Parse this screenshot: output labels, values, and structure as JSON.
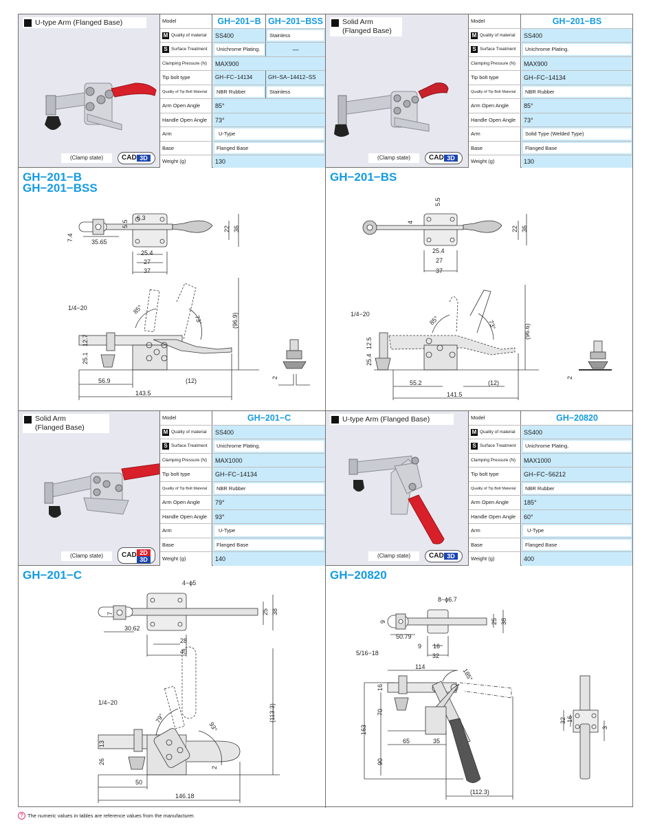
{
  "products": [
    {
      "photo_title": "U-type Arm (Flanged Base)",
      "clamp_state": "(Clamp state)",
      "cad": {
        "label": "CAD",
        "tags": [
          "3D"
        ]
      },
      "specs": {
        "labels": {
          "model": "Model",
          "material": "Quality of material",
          "surface": "Surface Treatment",
          "pressure": "Clamping Pressure (N)",
          "tip_bolt": "Tip bolt type",
          "tip_material": "Quality of Tip Bolt Material",
          "arm_angle": "Arm Open Angle",
          "handle_angle": "Handle Open Angle",
          "arm": "Arm",
          "base": "Base",
          "weight": "Weight (g)"
        },
        "models": [
          "GH−201−B",
          "GH−201−BSS"
        ],
        "material": [
          "SS400",
          "Stainless"
        ],
        "surface": [
          "Unichrome Plating.",
          "—"
        ],
        "pressure": "MAX900",
        "tip_bolt": [
          "GH−FC−14134",
          "GH−SA−14412−SS"
        ],
        "tip_material": [
          "NBR Rubber",
          "Stainless"
        ],
        "arm_angle": "85°",
        "handle_angle": "73°",
        "arm": "U-Type",
        "base": "Flanged Base",
        "weight": "130"
      },
      "drawing": {
        "title_lines": [
          "GH−201−B",
          "GH−201−BSS"
        ],
        "dims": {
          "d1": "6.3",
          "d2": "5.5",
          "d3": "22",
          "d4": "36",
          "d5": "7.4",
          "d6": "35.65",
          "d7": "25.4",
          "d8": "27",
          "d9": "37",
          "thread": "1/4−20",
          "a1": "85°",
          "a2": "73°",
          "d10": "(96.9)",
          "d11": "12.7",
          "d12": "25.1",
          "d13": "56.9",
          "d14": "(12)",
          "d15": "143.5",
          "d16": "2"
        }
      }
    },
    {
      "photo_title_lines": [
        "Solid Arm",
        "(Flanged Base)"
      ],
      "clamp_state": "(Clamp state)",
      "cad": {
        "label": "CAD",
        "tags": [
          "3D"
        ]
      },
      "specs": {
        "models": [
          "GH−201−BS"
        ],
        "material": "SS400",
        "surface": "Unichrome Plating.",
        "pressure": "MAX900",
        "tip_bolt": "GH−FC−14134",
        "tip_material": "NBR Rubber",
        "arm_angle": "85°",
        "handle_angle": "73°",
        "arm": "Solid Type (Welded Type)",
        "base": "Flanged Base",
        "weight": "130"
      },
      "drawing": {
        "title_lines": [
          "GH−201−BS"
        ],
        "dims": {
          "d2": "5.5",
          "d1": "4",
          "d3": "22",
          "d4": "36",
          "d7": "25.4",
          "d8": "27",
          "d9": "37",
          "thread": "1/4−20",
          "a1": "85°",
          "a2": "73°",
          "d10": "(96.6)",
          "d11": "12.5",
          "d12": "25.4",
          "d13": "55.2",
          "d14": "(12)",
          "d15": "141.5",
          "d16": "2"
        }
      }
    },
    {
      "photo_title_lines": [
        "Solid Arm",
        "(Flanged Base)"
      ],
      "clamp_state": "(Clamp state)",
      "cad": {
        "label": "CAD",
        "tags": [
          "2D",
          "3D"
        ]
      },
      "specs": {
        "models": [
          "GH−201−C"
        ],
        "material": "SS400",
        "surface": "Unichrome Plating.",
        "pressure": "MAX1000",
        "tip_bolt": "GH−FC−14134",
        "tip_material": "NBR Rubber",
        "arm_angle": "79°",
        "handle_angle": "93°",
        "arm": "U-Type",
        "base": "Flanged Base",
        "weight": "140"
      },
      "drawing": {
        "title_lines": [
          "GH−201−C"
        ],
        "dims": {
          "holes": "4−ϕ5",
          "d1": "7",
          "d2": "30.62",
          "d3": "25",
          "d4": "38",
          "d5": "28",
          "d6": "40",
          "thread": "1/4−20",
          "a1": "79°",
          "a2": "93°",
          "d7": "(113.3)",
          "d8": "13",
          "d9": "26",
          "d10": "2",
          "d11": "50",
          "d12": "146.18"
        }
      }
    },
    {
      "photo_title": "U-type Arm (Flanged Base)",
      "clamp_state": "(Clamp state)",
      "cad": {
        "label": "CAD",
        "tags": [
          "3D"
        ]
      },
      "specs": {
        "models": [
          "GH−20820"
        ],
        "material": "SS400",
        "surface": "Unichrome Plating.",
        "pressure": "MAX1000",
        "tip_bolt": "GH−FC−56212",
        "tip_material": "NBR Rubber",
        "arm_angle": "185°",
        "handle_angle": "60°",
        "arm": "U-Type",
        "base": "Flanged Base",
        "weight": "400"
      },
      "drawing": {
        "title_lines": [
          "GH−20820"
        ],
        "dims": {
          "holes": "8−ϕ6.7",
          "d1": "9",
          "d2": "50.79",
          "d3": "9",
          "d4": "16",
          "d5": "32",
          "d6": "25",
          "d7": "38",
          "thread": "5/16−18",
          "d8": "114",
          "a1": "185°",
          "d9": "16",
          "d10": "70",
          "d11": "163",
          "d12": "65",
          "d13": "35",
          "d14": "90",
          "d15": "(112.3)",
          "d16": "32",
          "d17": "16",
          "d18": "3"
        }
      }
    }
  ],
  "footnote": "The numeric values in tables are reference values from the manufacturer.",
  "colors": {
    "accent": "#139be2",
    "value_bg": "#c9eafa",
    "photo_bg": "#e7e7ef",
    "cad_blue": "#1a45b0",
    "cad_red": "#e0202b",
    "handle_red": "#d8202a"
  }
}
